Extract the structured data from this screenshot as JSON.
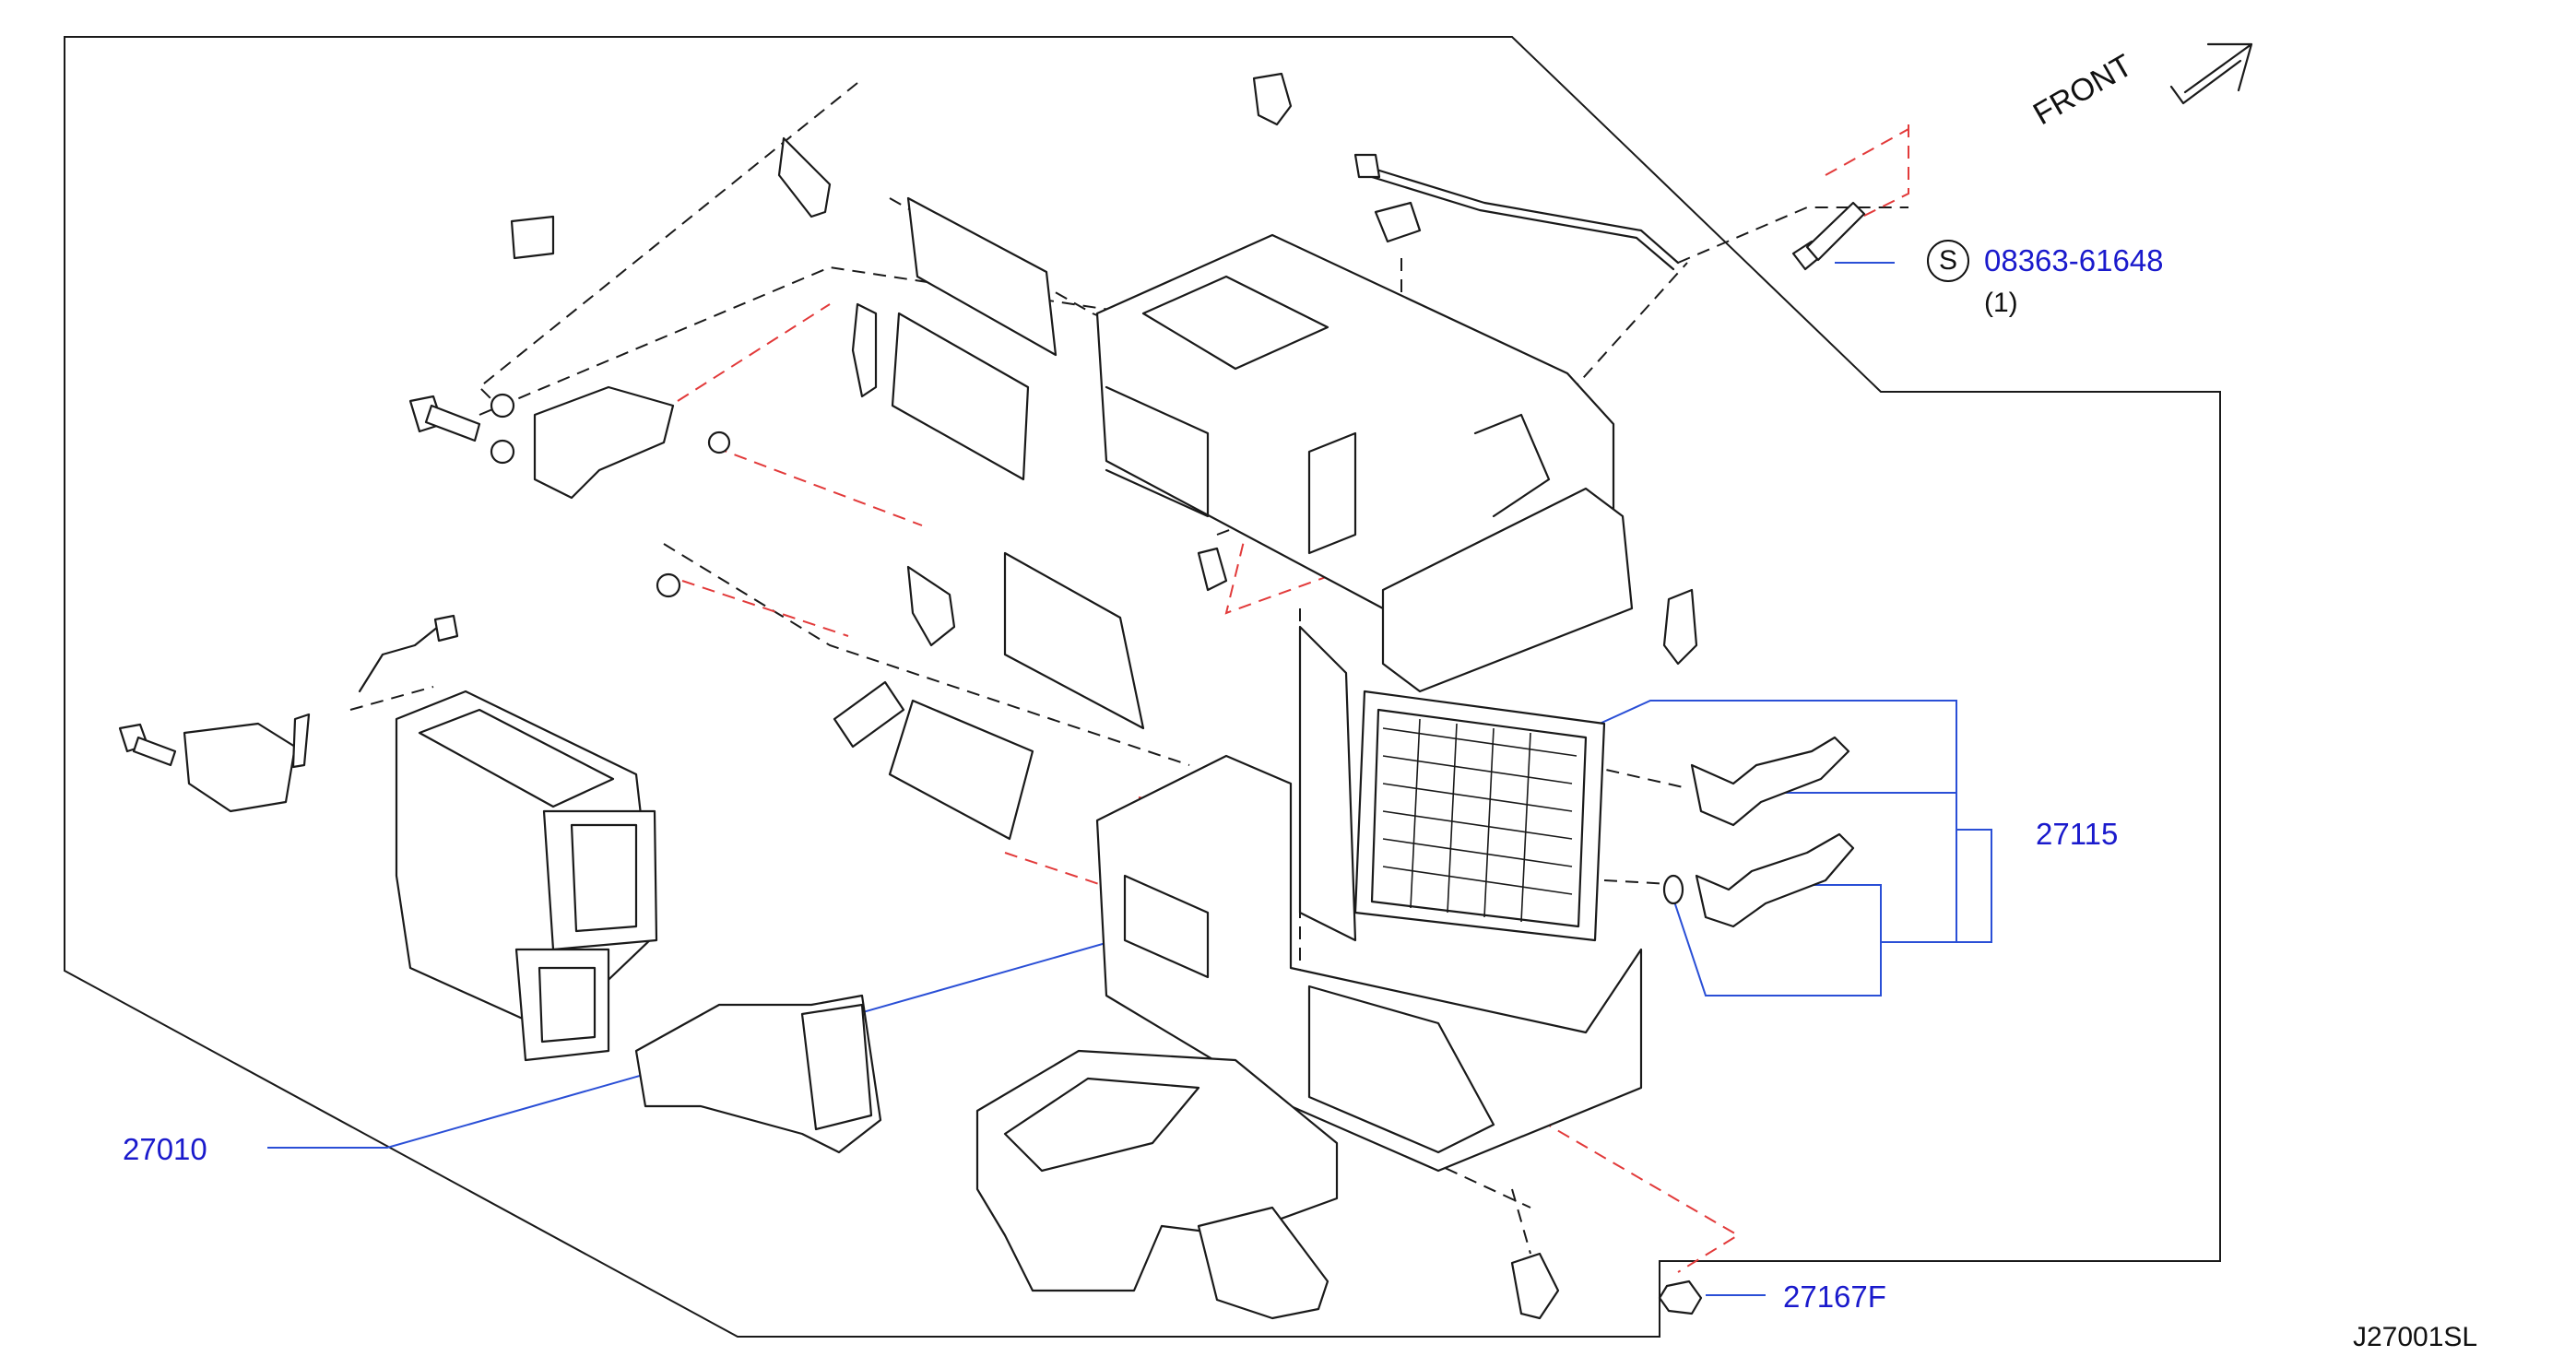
{
  "orientation_label": "FRONT",
  "drawing_id": "J27001SL",
  "std_part_symbol": "S",
  "callouts": {
    "bolt": {
      "part_no": "08363-61648",
      "qty": "(1)"
    },
    "heater_unit": {
      "part_no": "27010"
    },
    "blend_actuator": {
      "part_no": "27115"
    },
    "nut": {
      "part_no": "27167F"
    }
  },
  "colors": {
    "callout_text": "#1a1acc",
    "leader_line": "#2a4fd6",
    "hidden_line": "#e23a3a",
    "linework": "#1a1a1a"
  },
  "icons": {
    "front_arrow": "front-arrow-icon"
  }
}
